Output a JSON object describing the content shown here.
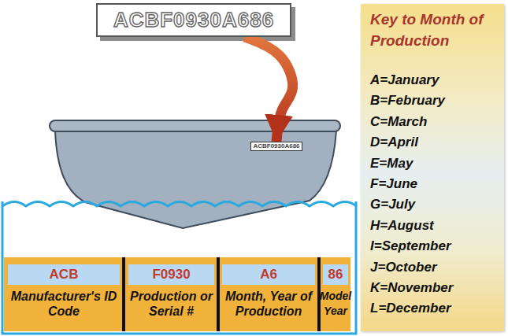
{
  "diagram": {
    "nodes": [
      {
        "text": [
          "ACBF0930A686"
        ]
      },
      {
        "text": [
          "ACBF0930A686"
        ]
      },
      {
        "text": [
          "ACB",
          "Manufacturer's ID Code"
        ]
      },
      {
        "text": [
          "F0930",
          "Production or Serial #"
        ]
      },
      {
        "text": [
          "A6",
          "Month, Year of Production"
        ]
      },
      {
        "text": [
          "86",
          "Model Year"
        ]
      },
      {
        "text": [
          "Key to Month of Production",
          "A=January",
          "B=February",
          "C=March",
          "D=April",
          "E=May",
          "F=June",
          "G=July",
          "H=August",
          "I=September",
          "J=October",
          "K=November",
          "L=December"
        ]
      }
    ],
    "edges": [
      {
        "from": 0,
        "to": 1,
        "arrow": "to"
      }
    ]
  }
}
